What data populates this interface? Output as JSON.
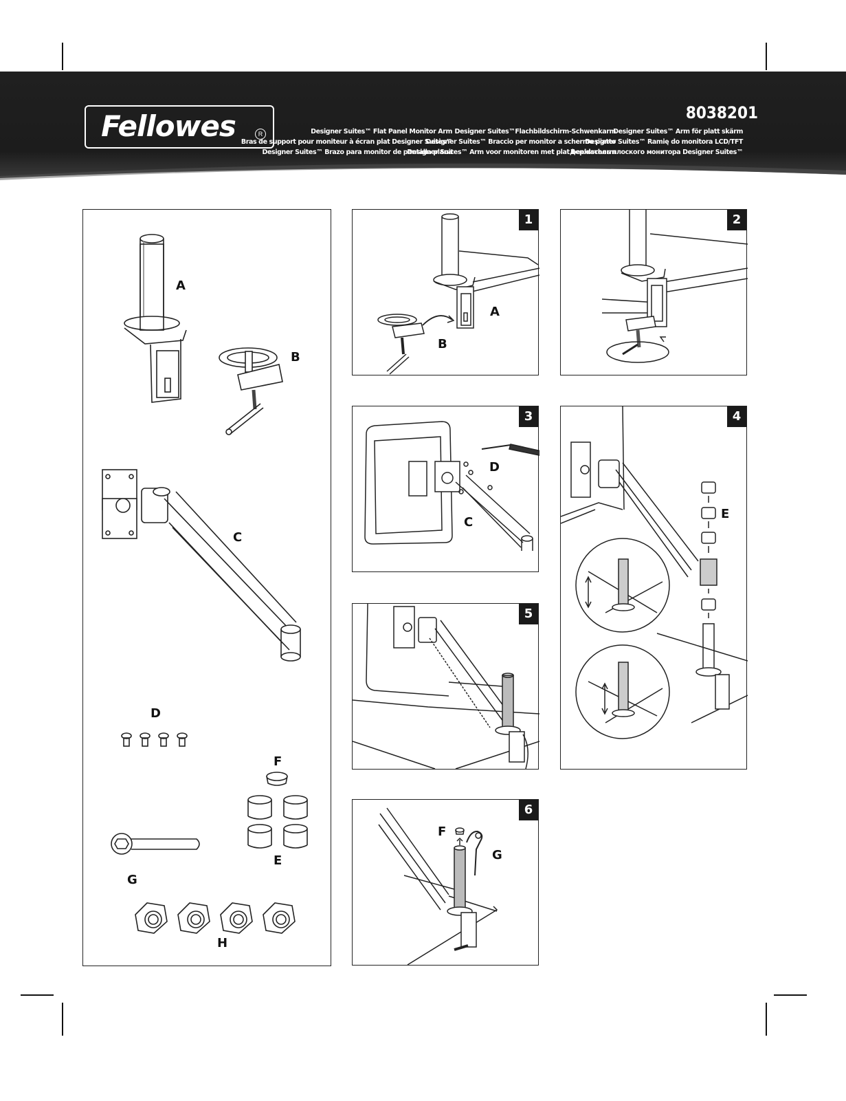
{
  "header": {
    "brand": "Fellowes",
    "model_number": "8038201",
    "col1": [
      "Designer Suites™ Flat Panel Monitor Arm",
      "Bras de support pour moniteur à écran plat Designer Suites™",
      "Designer Suites™ Brazo para monitor de pantalla plana"
    ],
    "col2": [
      "Designer Suites™Flachbildschirm-Schwenkarm",
      "Designer Suites™ Braccio per monitor a schermo piatto",
      "Designer Suites™ Arm voor monitoren met plat beeldscherm"
    ],
    "col3": [
      "Designer Suites™ Arm för platt skärm",
      "Designer Suites™ Ramię do monitora LCD/TFT",
      "Держатель плоского монитора Designer Suites™"
    ]
  },
  "parts_panel": {
    "labels": {
      "A": "A",
      "B": "B",
      "C": "C",
      "D": "D",
      "E": "E",
      "F": "F",
      "G": "G",
      "H": "H"
    }
  },
  "steps": [
    {
      "number": "1",
      "labels": [
        "A",
        "B"
      ]
    },
    {
      "number": "2",
      "labels": []
    },
    {
      "number": "3",
      "labels": [
        "D",
        "C"
      ]
    },
    {
      "number": "4",
      "labels": [
        "E"
      ]
    },
    {
      "number": "5",
      "labels": []
    },
    {
      "number": "6",
      "labels": [
        "F",
        "G"
      ]
    }
  ],
  "colors": {
    "banner": "#1c1c1c",
    "text_on_banner": "#ffffff",
    "badge": "#1a1a1a"
  }
}
